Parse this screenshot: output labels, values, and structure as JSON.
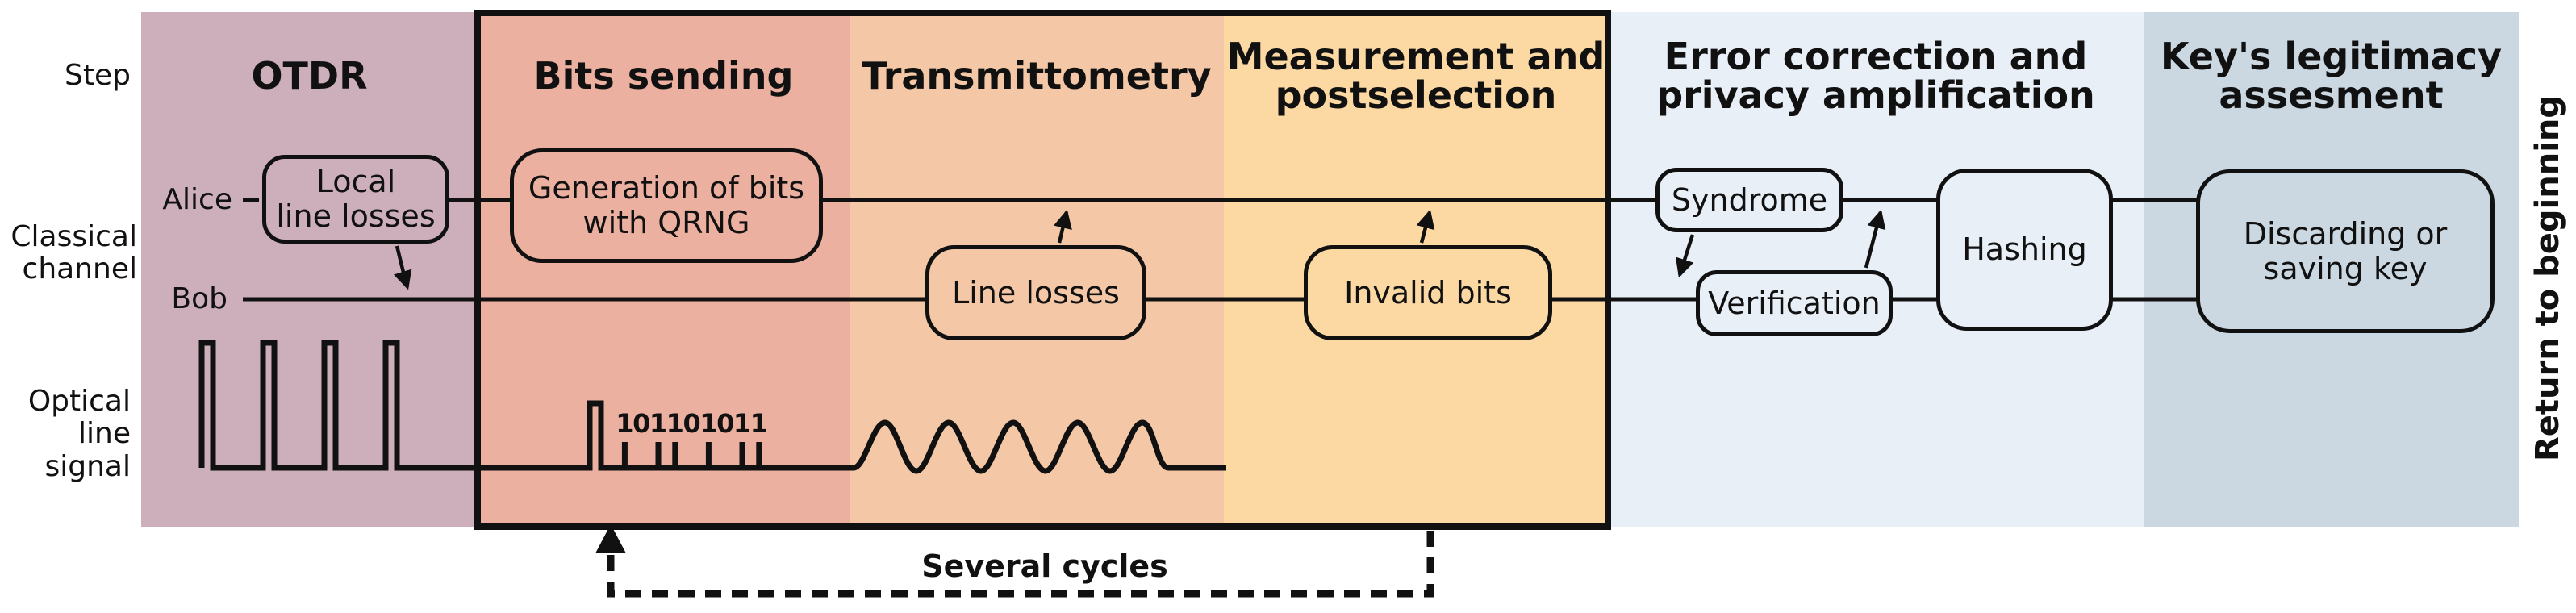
{
  "figure": {
    "row_labels": {
      "step": "Step",
      "alice": "Alice",
      "classical_channel": "Classical\nchannel",
      "bob": "Bob",
      "optical_line_signal": "Optical\nline\nsignal"
    },
    "steps": [
      {
        "id": "otdr",
        "label": "OTDR",
        "color": "#cdafbb"
      },
      {
        "id": "bits-sending",
        "label": "Bits sending",
        "color": "#ecb0a1"
      },
      {
        "id": "transmittometry",
        "label": "Transmittometry",
        "color": "#f4c8a6"
      },
      {
        "id": "measurement-postselection",
        "label": "Measurement and\npostselection",
        "color": "#fcd9a3"
      },
      {
        "id": "error-correction-privacy-amplification",
        "label": "Error correction and\nprivacy amplification",
        "color": "#e9eff7"
      },
      {
        "id": "key-legitimacy-assessment",
        "label": "Key's legitimacy\nassesment",
        "color": "#cbd8e2"
      }
    ],
    "boxes": {
      "local_line_losses": {
        "label": "Local\nline losses"
      },
      "generation_of_bits": {
        "label": "Generation of bits\nwith QRNG"
      },
      "line_losses": {
        "label": "Line losses"
      },
      "invalid_bits": {
        "label": "Invalid bits"
      },
      "syndrome": {
        "label": "Syndrome"
      },
      "verification": {
        "label": "Verification"
      },
      "hashing": {
        "label": "Hashing"
      },
      "discarding_or_saving_key": {
        "label": "Discarding or\nsaving key"
      }
    },
    "optical_signal": {
      "bits": "101101011",
      "otdr_pulse_count": 4,
      "sine_cycle_count": 5
    },
    "annotations": {
      "several_cycles": "Several cycles",
      "return_to_beginning": "Return to beginning"
    },
    "colors": {
      "line": "#111111",
      "background": "#ffffff",
      "text": "#111111"
    }
  }
}
